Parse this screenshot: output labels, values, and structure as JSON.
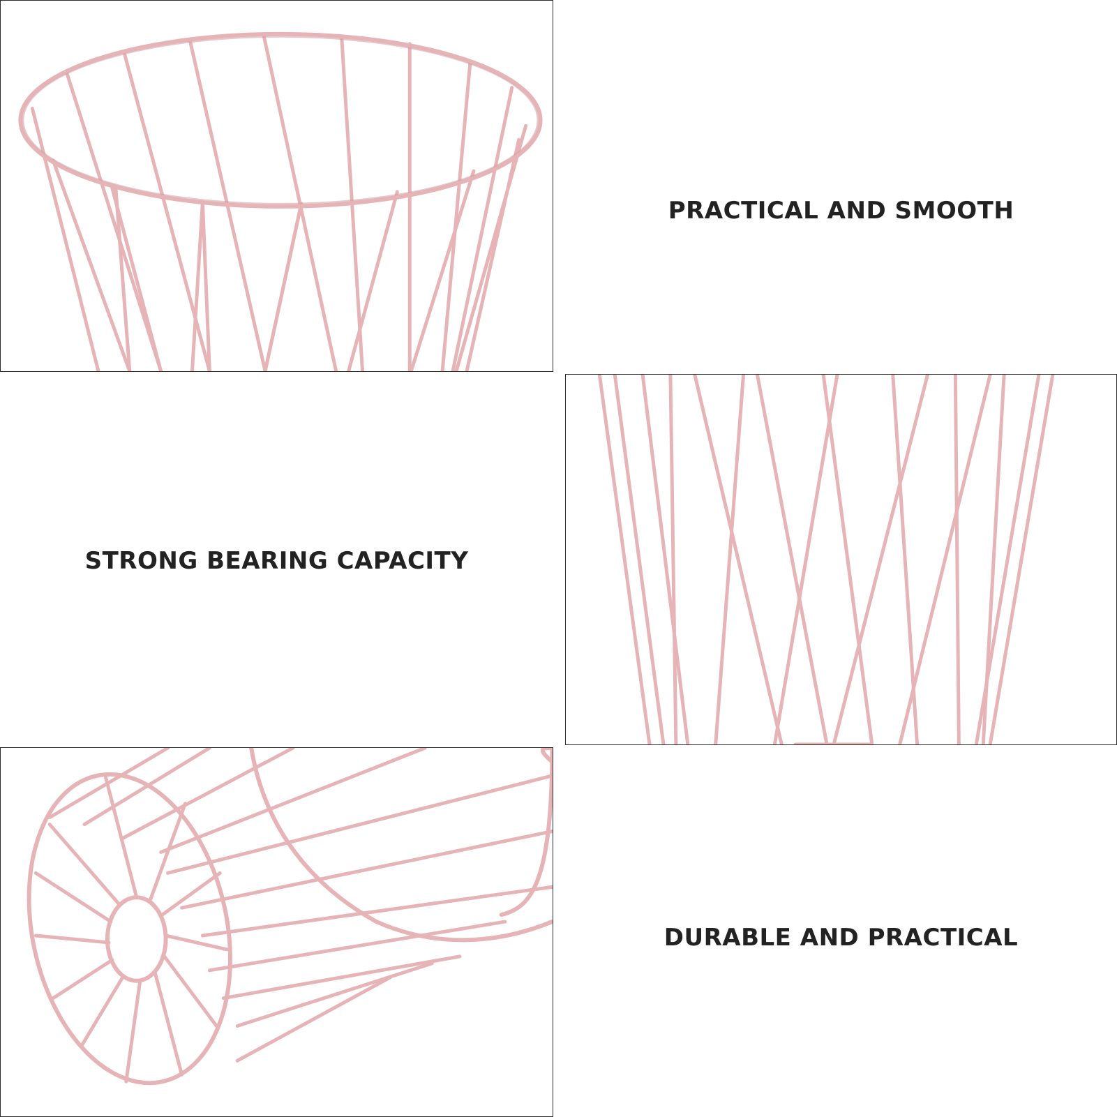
{
  "captions": {
    "top_right": "PRACTICAL AND SMOOTH",
    "middle_left": "STRONG BEARING CAPACITY",
    "bottom_right": "DURABLE AND PRACTICAL"
  },
  "colors": {
    "wire": "#e6b4b7",
    "caption_text": "#222222",
    "panel_border": "#2a2a2a",
    "background": "#ffffff"
  },
  "photos": [
    {
      "subject": "pink wire basket top rim view"
    },
    {
      "subject": "pink wire basket side wires close-up"
    },
    {
      "subject": "pink wire basket bottom view"
    }
  ]
}
